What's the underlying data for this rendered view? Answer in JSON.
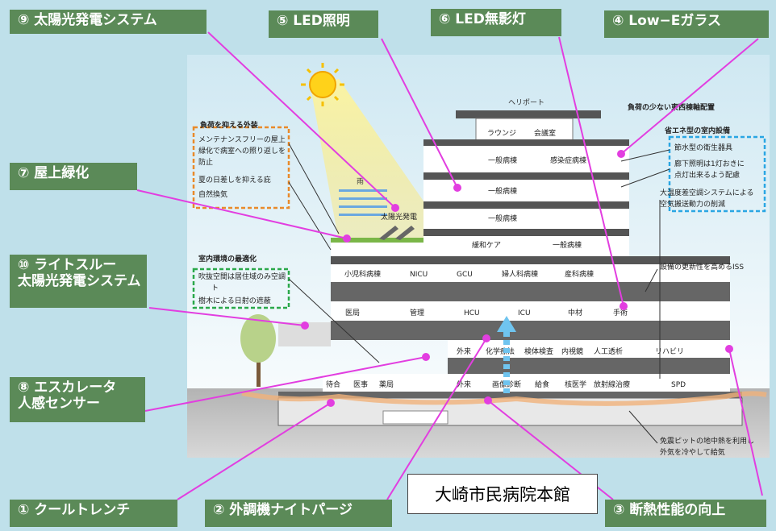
{
  "callouts": {
    "solar": "⑨ 太陽光発電システム",
    "led_light": "⑤ LED照明",
    "led_surgical": "⑥ LED無影灯",
    "low_e": "④ Low−Eガラス",
    "rooftop": "⑦ 屋上緑化",
    "light_through_1": "⑩ ライトスルー",
    "light_through_2": "太陽光発電システム",
    "escalator_1": "⑧ エスカレータ",
    "escalator_2": "人感センサー",
    "cool_trench": "① クールトレンチ",
    "night_purge": "② 外調機ナイトパージ",
    "insulation": "③ 断熱性能の向上"
  },
  "title": "大崎市民病院本館",
  "building": {
    "heliport": "ヘリポート",
    "lounge": "ラウンジ",
    "meeting": "会議室",
    "ward_general_1": "一般病棟",
    "ward_infection": "感染症病棟",
    "ward_general_2": "一般病棟",
    "ward_general_3": "一般病棟",
    "palliative": "緩和ケア",
    "ward_general_4": "一般病棟",
    "pediatric": "小児科病棟",
    "nicu": "NICU",
    "gcu": "GCU",
    "gynecology": "婦人科病棟",
    "obstetric": "産科病棟",
    "medical_office": "医局",
    "management": "管理",
    "hcu": "HCU",
    "icu": "ICU",
    "central_material": "中材",
    "surgery": "手術",
    "outpatient_2f": "外来",
    "chemo": "化学療法",
    "exam": "検体検査",
    "endoscopy": "内視鏡",
    "dialysis": "人工透析",
    "rehab": "リハビリ",
    "waiting": "待合",
    "medical_affairs": "医事",
    "pharmacy": "薬局",
    "outpatient_1f": "外来",
    "imaging": "画像診断",
    "catering": "給食",
    "nuclear": "核医学",
    "radiotherapy": "放射線治療",
    "spd": "SPD",
    "solar_panel_label": "太陽光発電",
    "rain_label": "雨"
  },
  "annotations": {
    "load_exterior_title": "負荷を抑える外装",
    "load_exterior_1a": "メンテナンスフリーの屋上",
    "load_exterior_1b": "緑化で病室への照り返しを",
    "load_exterior_1c": "防止",
    "load_exterior_2": "夏の日差しを抑える庇",
    "load_exterior_3": "自然換気",
    "indoor_title": "室内環境の最適化",
    "indoor_1": "吹抜空間は居住域のみ空調",
    "indoor_2": "ト",
    "indoor_3": "樹木による日射の遮蔽",
    "ew_axis": "負荷の少ない東西棟軸配置",
    "energy_title": "省エネ型の室内設備",
    "energy_1": "節水型の衛生器具",
    "energy_2a": "廊下照明は1灯おきに",
    "energy_2b": "点灯出来るよう配慮",
    "energy_3a": "大温度差空調システムによる",
    "energy_3b": "空気搬送動力の削減",
    "iss": "設備の更新性を高めるISS",
    "geothermal_a": "免震ピットの地中熱を利用し",
    "geothermal_b": "外気を冷やして給気"
  },
  "colors": {
    "label_bg": "#5b8a58",
    "background": "#bfe0ea",
    "leader": "#e23ee0",
    "orange_box": "#e98a2a",
    "green_box": "#2aa84a",
    "blue_box": "#2aa6e3"
  }
}
